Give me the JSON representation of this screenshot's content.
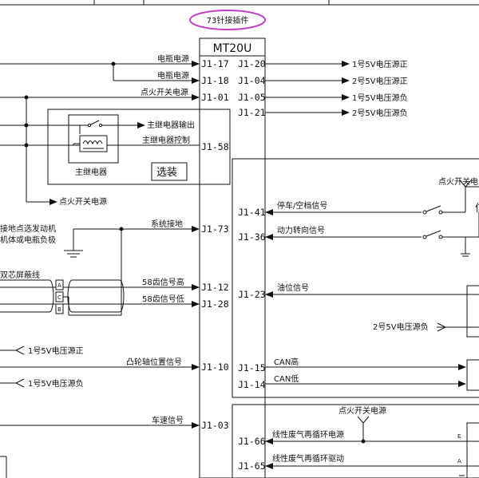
{
  "header": {
    "connector_note": "73针接插件",
    "connector_note_color": "#c23fc8",
    "ecu_title": "MT20U"
  },
  "ecu_left_pins": [
    {
      "pin": "J1-17",
      "label": "电瓶电源"
    },
    {
      "pin": "J1-18",
      "label": "电瓶电源"
    },
    {
      "pin": "J1-01",
      "label": "点火开关电源"
    },
    {
      "pin": "J1-58",
      "label": "主继电器控制"
    },
    {
      "pin": "J1-73",
      "label": "系统接地"
    },
    {
      "pin": "J1-12",
      "label": "58齿信号高"
    },
    {
      "pin": "J1-28",
      "label": "58齿信号低"
    },
    {
      "pin": "J1-10",
      "label": "凸轮轴位置信号"
    },
    {
      "pin": "J1-03",
      "label": "车速信号"
    }
  ],
  "ecu_right_pins_top": [
    {
      "pin": "J1-20",
      "label": "1号5V电压源正"
    },
    {
      "pin": "J1-04",
      "label": "2号5V电压源正"
    },
    {
      "pin": "J1-05",
      "label": "1号5V电压源负"
    },
    {
      "pin": "J1-21",
      "label": "2号5V电压源负"
    }
  ],
  "ecu_right_pins_box": [
    {
      "pin": "J1-41",
      "label": "停车/空档信号"
    },
    {
      "pin": "J1-36",
      "label": "动力转向信号"
    },
    {
      "pin": "J1-23",
      "label": "油位信号"
    },
    {
      "pin": "J1-15",
      "label": "CAN高"
    },
    {
      "pin": "J1-14",
      "label": "CAN低"
    }
  ],
  "ecu_right_pins_bottom": [
    {
      "pin": "J1-66",
      "label": "线性废气再循环电源"
    },
    {
      "pin": "J1-65",
      "label": "线性废气再循环驱动"
    }
  ],
  "relay": {
    "output_label": "主继电器输出",
    "name": "主继电器",
    "option_label": "选装",
    "ignition_label": "点火开关电源"
  },
  "ground_note": {
    "line1": "接地点选发动机",
    "line2": "机体或电瓶负极"
  },
  "shield_label": "双芯屏蔽线",
  "shield_pins": [
    "A",
    "C",
    "B"
  ],
  "left_labels": {
    "v1_pos": "1号5V电压源正",
    "v1_neg": "1号5V电压源负"
  },
  "right_labels": {
    "ignition_power_top": "点火开关电",
    "v2_neg": "2号5V电压源负",
    "ignition_power_bottom": "点火开关电源",
    "conn_pin_e": "E",
    "conn_pin_a": "A",
    "cut_glyph": "信"
  }
}
